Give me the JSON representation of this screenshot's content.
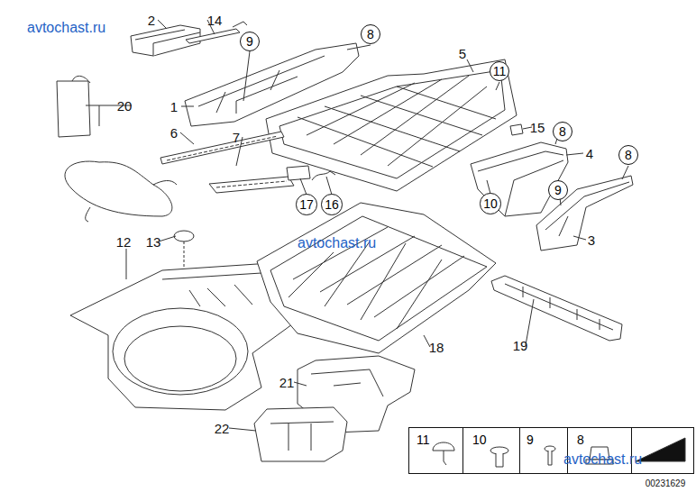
{
  "diagram": {
    "nodes": [
      {
        "text": [
          "9"
        ]
      },
      {
        "text": [
          "8"
        ]
      },
      {
        "text": [
          "11"
        ]
      },
      {
        "text": [
          "8"
        ]
      },
      {
        "text": [
          "8"
        ]
      },
      {
        "text": [
          "9"
        ]
      },
      {
        "text": [
          "10"
        ]
      },
      {
        "text": [
          "17"
        ]
      },
      {
        "text": [
          "16"
        ]
      },
      {
        "text": [
          "11",
          "10",
          "9",
          "8"
        ]
      }
    ],
    "labels": [
      "avtochast.ru",
      "2",
      "14",
      "20",
      "1",
      "6",
      "7",
      "5",
      "15",
      "4",
      "3",
      "12",
      "13",
      "avtochast.ru",
      "18",
      "19",
      "21",
      "22",
      "avtochast.ru",
      "00231629"
    ]
  }
}
